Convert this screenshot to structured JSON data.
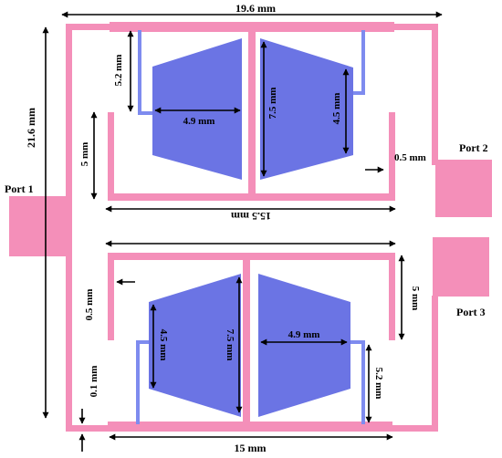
{
  "colors": {
    "line": "#F48FB9",
    "patch": "#6B74E4",
    "feed": "#7E8BEF",
    "arrow": "#000000",
    "background": "#FFFFFF"
  },
  "ports": {
    "port1": "Port 1",
    "port2": "Port 2",
    "port3": "Port 3"
  },
  "dimensions": {
    "overall_width": "19.6  mm",
    "overall_height": "21.6   mm",
    "top_arm_width": "15.5   mm",
    "bottom_arm_width": "15 mm",
    "top_patch_width": "4.9 mm",
    "top_patch_height": "7.5 mm",
    "top_small_height": "4.5 mm",
    "top_feed_length": "5.2  mm",
    "top_arm_height": "5 mm",
    "top_gap": "0.5 mm",
    "bottom_patch_width": "4.9 mm",
    "bottom_patch_height": "7.5 mm",
    "bottom_small_height": "4.5 mm",
    "bottom_feed_length": "5.2  mm",
    "bottom_arm_height": "5 mm",
    "bottom_gap": "0.5 mm",
    "bottom_offset": "0.1 mm"
  }
}
